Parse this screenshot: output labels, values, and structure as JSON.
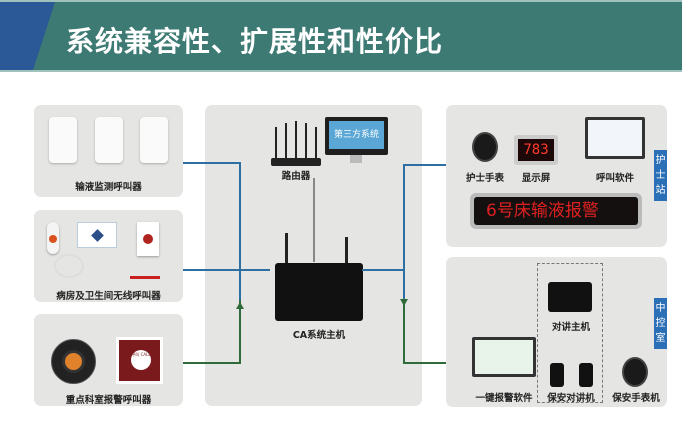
{
  "header": {
    "title": "系统兼容性、扩展性和性价比"
  },
  "left_panels": [
    {
      "label": "输液监测呼叫器"
    },
    {
      "label": "病房及卫生间无线呼叫器"
    },
    {
      "label": "重点科室报警呼叫器",
      "call_button_text": "呼叫 CALL"
    }
  ],
  "center": {
    "router_label": "路由器",
    "third_party_label": "第三方系统",
    "host_label": "CA系统主机"
  },
  "nurse_station": {
    "tab": "护士站",
    "items": [
      "护士手表",
      "显示屏",
      "呼叫软件"
    ],
    "display_number": "783",
    "led_text": "6号床输液报警"
  },
  "control_room": {
    "tab": "中控室",
    "items": [
      "对讲主机",
      "一键报警软件",
      "保安对讲机",
      "保安手表机"
    ]
  },
  "colors": {
    "header": "#3d7a74",
    "accent_blue": "#2b5896",
    "line_blue": "#2d6ea3",
    "line_green": "#2f6b3a",
    "led_red": "#e02020"
  }
}
